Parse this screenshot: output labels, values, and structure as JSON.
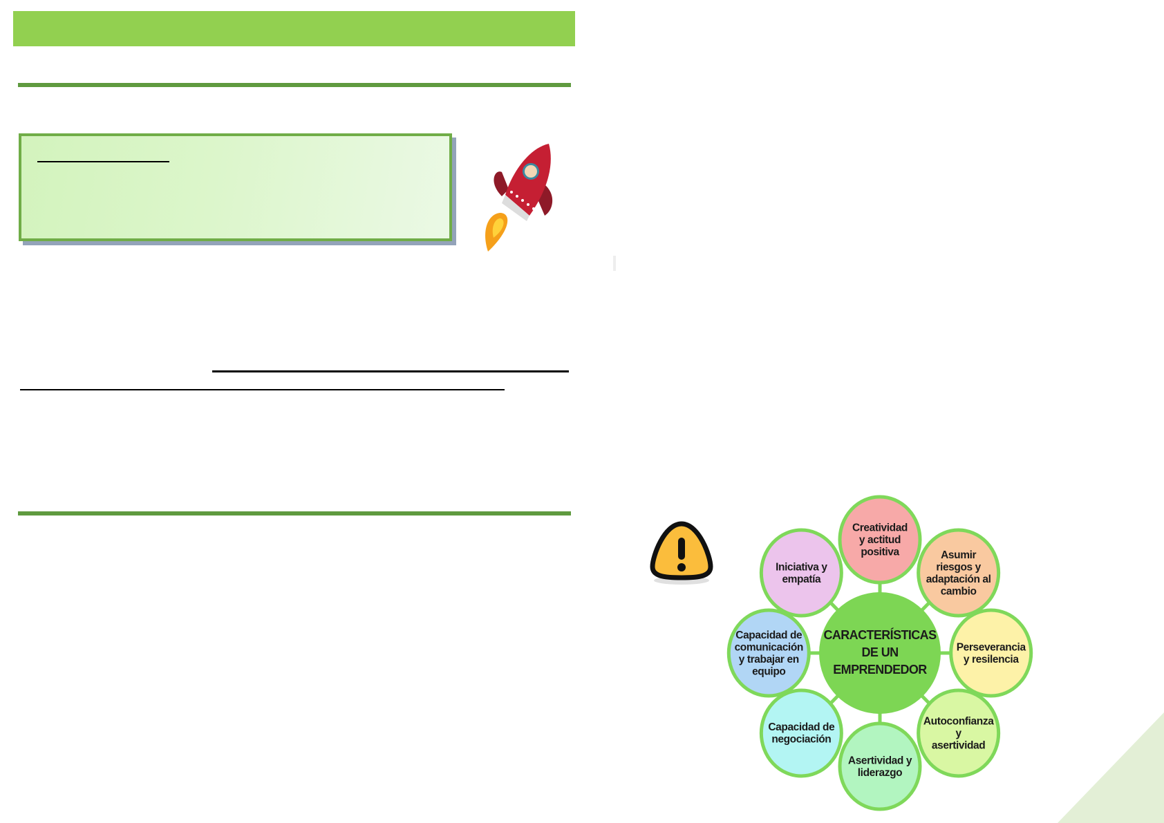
{
  "diagram": {
    "center": [
      "CARACTERÍSTICAS",
      "DE UN",
      "EMPRENDEDOR"
    ],
    "nodes": [
      {
        "lines": [
          "Creatividad",
          "y actitud",
          "positiva"
        ],
        "color": "#f7a9a8"
      },
      {
        "lines": [
          "Asumir",
          "riesgos y",
          "adaptación al",
          "cambio"
        ],
        "color": "#f9c9a0"
      },
      {
        "lines": [
          "Perseverancia",
          "y resilencia"
        ],
        "color": "#fdf2a8"
      },
      {
        "lines": [
          "Autoconfianza",
          "y",
          "asertividad"
        ],
        "color": "#d9f7a3"
      },
      {
        "lines": [
          "Asertividad y",
          "liderazgo"
        ],
        "color": "#b2f5c0"
      },
      {
        "lines": [
          "Capacidad de",
          "negociación"
        ],
        "color": "#b3f5f3"
      },
      {
        "lines": [
          "Capacidad de",
          "comunicación",
          "y trabajar en",
          "equipo"
        ],
        "color": "#b1d6f5"
      },
      {
        "lines": [
          "Iniciativa y",
          "empatía"
        ],
        "color": "#ecc4ec"
      }
    ],
    "center_color": "#7dd654",
    "ring_color": "#7fd85a"
  },
  "colors": {
    "header": "#92d050",
    "rule": "#5f9a3f",
    "box_border": "#70ad47"
  }
}
